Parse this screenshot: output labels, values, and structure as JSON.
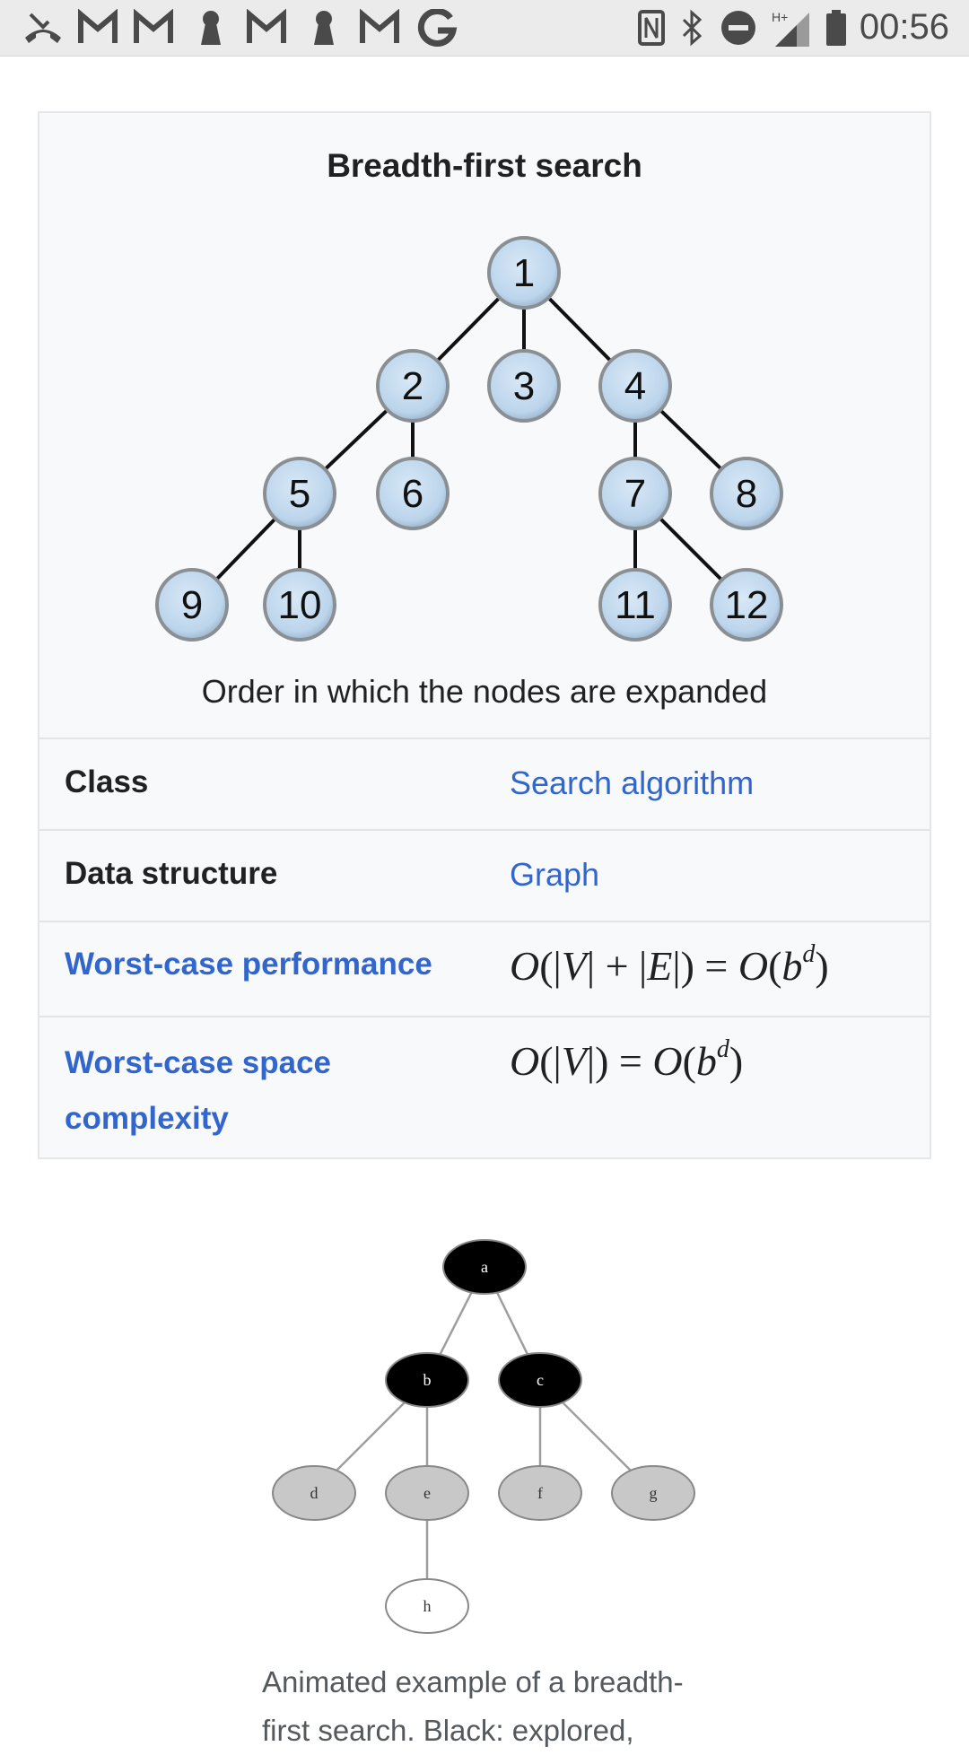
{
  "status_bar": {
    "time": "00:56",
    "network": "H+",
    "icons": [
      "missed-call-icon",
      "gmail-icon",
      "gmail-icon",
      "keyhole-icon",
      "gmail-icon",
      "keyhole-icon",
      "gmail-icon",
      "google-icon",
      "nfc-icon",
      "bluetooth-icon",
      "do-not-disturb-icon",
      "signal-icon",
      "battery-icon"
    ]
  },
  "infobox": {
    "title": "Breadth-first search",
    "tree_nodes": [
      "1",
      "2",
      "3",
      "4",
      "5",
      "6",
      "7",
      "8",
      "9",
      "10",
      "11",
      "12"
    ],
    "caption": "Order in which the nodes are expanded",
    "rows": [
      {
        "label": "Class",
        "value": "Search algorithm"
      },
      {
        "label": "Data structure",
        "value": "Graph"
      },
      {
        "label": "Worst-case performance",
        "value": "O(|V| + |E|) = O(b^d)"
      },
      {
        "label_line1": "Worst-case space",
        "label_line2": "complexity",
        "value": "O(|V|) = O(b^d)"
      }
    ]
  },
  "animation": {
    "nodes": [
      "a",
      "b",
      "c",
      "d",
      "e",
      "f",
      "g",
      "h"
    ],
    "caption_line1": "Animated example of a breadth-",
    "caption_line2": "first search. Black: explored,"
  },
  "colors": {
    "link": "#3366cc",
    "node_fill": "#c6dcef",
    "infobox_bg": "#f8f9fa"
  }
}
